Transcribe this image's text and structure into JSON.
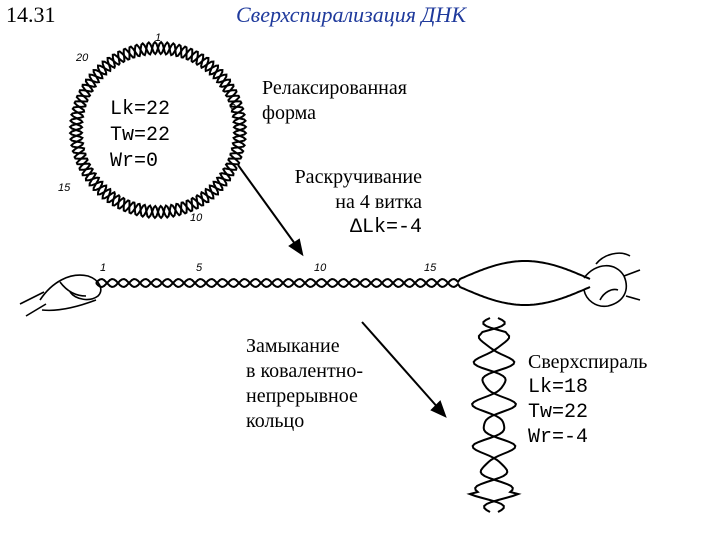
{
  "slide_number": "14.31",
  "title": "Сверхспирализация ДНК",
  "relaxed_ring": {
    "params": [
      "Lk=22",
      "Tw=22",
      "Wr=0"
    ],
    "ticks": [
      "1",
      "5",
      "10",
      "15",
      "20"
    ]
  },
  "relaxed_label": [
    "Релаксированная",
    "форма"
  ],
  "unwind_label": [
    "Раскручивание",
    "на 4 витка",
    "ΔLk=-4"
  ],
  "linear_ticks": [
    "1",
    "5",
    "10",
    "15"
  ],
  "closure_label": [
    "Замыкание",
    "в ковалентно-",
    "непрерывное",
    "кольцо"
  ],
  "supercoil": {
    "title": "Сверхспираль",
    "params": [
      "Lk=18",
      "Tw=22",
      "Wr=-4"
    ]
  }
}
